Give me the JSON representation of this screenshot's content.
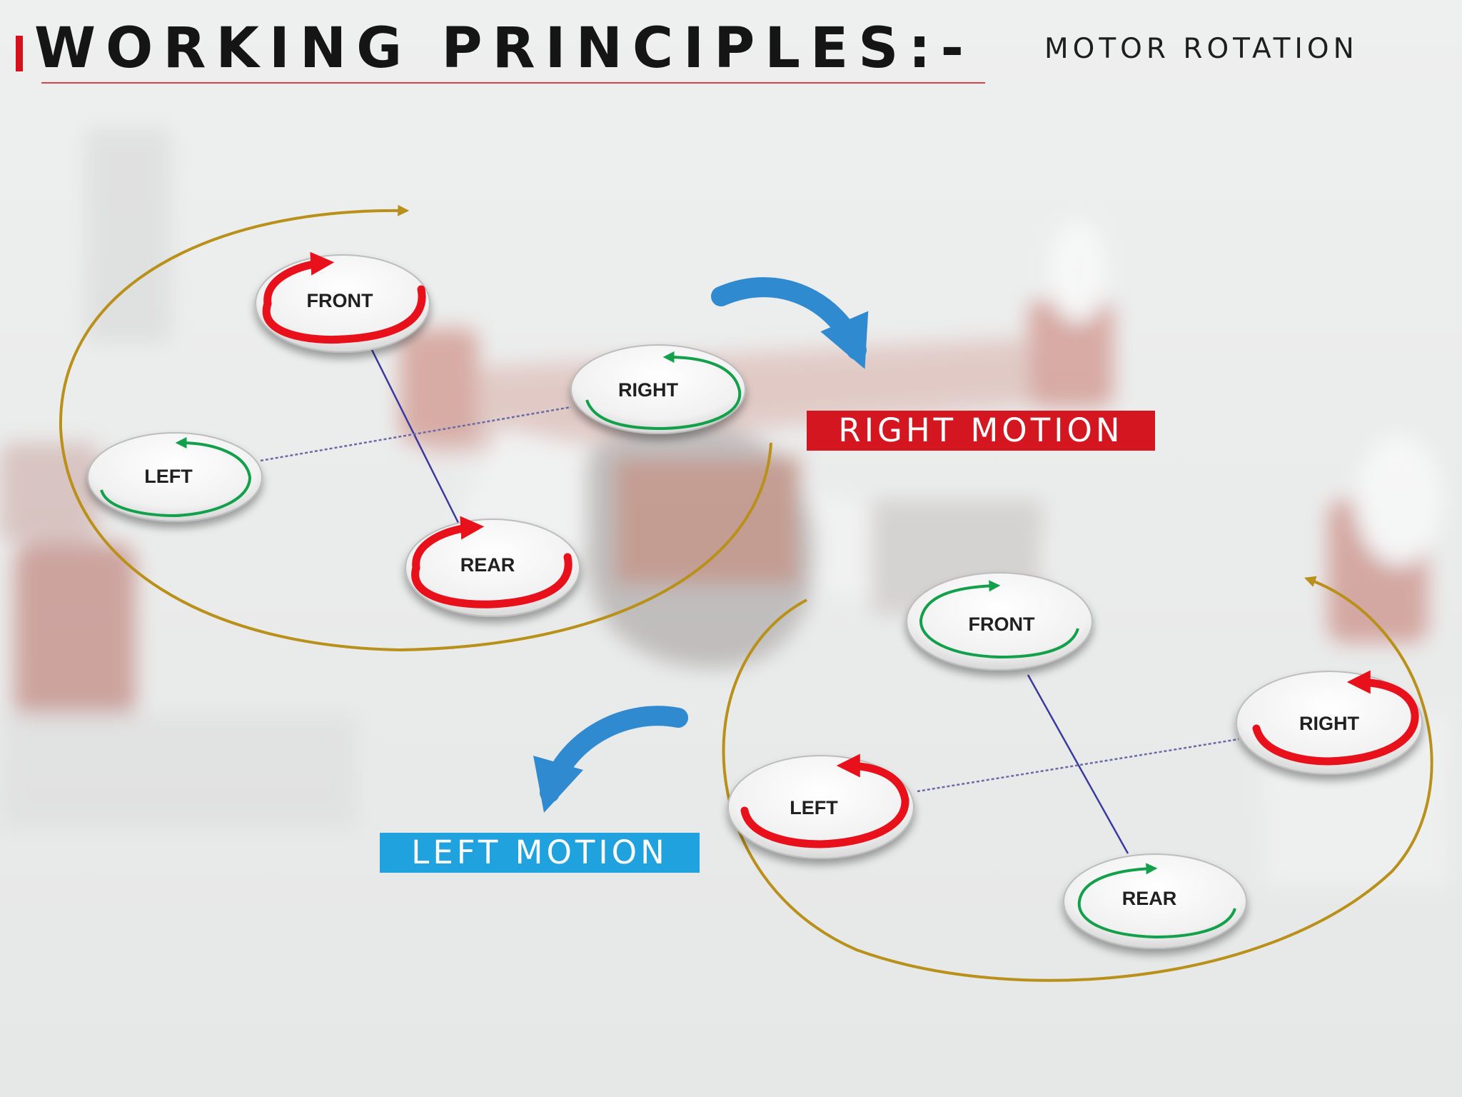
{
  "slide": {
    "title": "WORKING PRINCIPLES:-",
    "subtitle": "MOTOR ROTATION"
  },
  "labels": {
    "right_motion": "RIGHT MOTION",
    "left_motion": "LEFT MOTION"
  },
  "right_motion_diagram": {
    "front": "FRONT",
    "right": "RIGHT",
    "left": "LEFT",
    "rear": "REAR"
  },
  "left_motion_diagram": {
    "front": "FRONT",
    "right": "RIGHT",
    "left": "LEFT",
    "rear": "REAR"
  },
  "colors": {
    "title_accent": "#d4121b",
    "right_motion_bg": "#d41620",
    "left_motion_bg": "#1fa2dd",
    "fast_rotation": "#e8101a",
    "slow_rotation": "#12a04a",
    "orbit": "#b8901a",
    "motion_arrow": "#2f8ad0",
    "frame_line": "#3a3aa0"
  }
}
